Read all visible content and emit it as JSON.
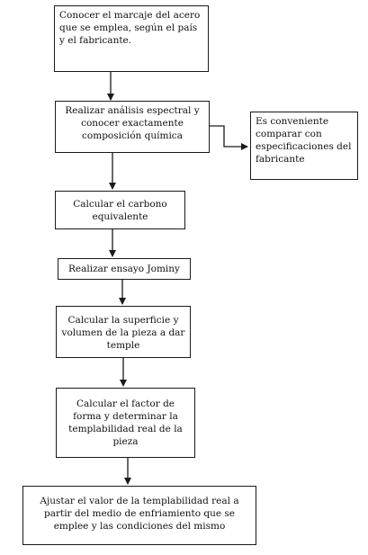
{
  "diagram": {
    "nodes": [
      {
        "id": "n1",
        "text": "Conocer el marcaje del acero que se emplea, según el país y el fabricante."
      },
      {
        "id": "n2",
        "text": "Realizar análisis espectral y conocer exactamente composición química"
      },
      {
        "id": "n3",
        "text": "Es conveniente comparar con especificaciones del fabricante"
      },
      {
        "id": "n4",
        "text": "Calcular el carbono equivalente"
      },
      {
        "id": "n5",
        "text": "Realizar ensayo Jominy"
      },
      {
        "id": "n6",
        "text": "Calcular la superficie y volumen de la pieza a dar temple"
      },
      {
        "id": "n7",
        "text": "Calcular el factor de forma y determinar la templabilidad real de la pieza"
      },
      {
        "id": "n8",
        "text": "Ajustar el valor de la templabilidad real a partir del medio de enfriamiento que se emplee y las condiciones del mismo"
      }
    ],
    "edges": [
      {
        "from": "n1",
        "to": "n2"
      },
      {
        "from": "n2",
        "to": "n3"
      },
      {
        "from": "n2",
        "to": "n4"
      },
      {
        "from": "n4",
        "to": "n5"
      },
      {
        "from": "n5",
        "to": "n6"
      },
      {
        "from": "n6",
        "to": "n7"
      },
      {
        "from": "n7",
        "to": "n8"
      }
    ]
  }
}
